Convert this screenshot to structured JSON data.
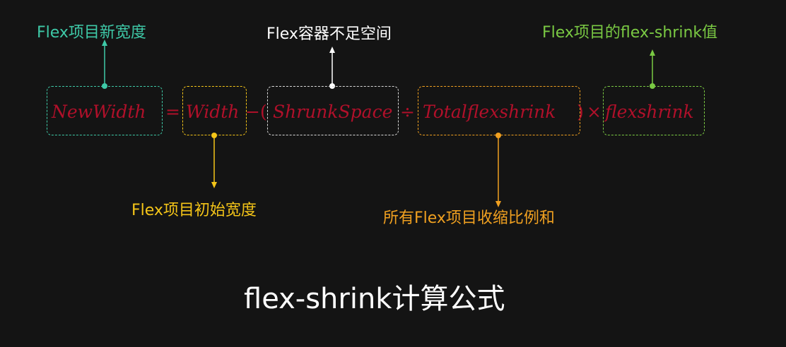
{
  "formula": {
    "new_width": "NewWidth",
    "equals": "=",
    "width": "Width",
    "minus": "−",
    "open_paren": "(",
    "shrunk_space": "ShrunkSpace",
    "divide": "÷",
    "total_flexshrink": "Totalflexshrink",
    "close_paren": ")",
    "times": "×",
    "flexshrink": "flexshrink"
  },
  "annotations": {
    "new_width": "Flex项目新宽度",
    "shrunk_space": "Flex容器不足空间",
    "flexshrink": "Flex项目的flex-shrink值",
    "width": "Flex项目初始宽度",
    "total_flexshrink": "所有Flex项目收缩比例和"
  },
  "title": "flex-shrink计算公式",
  "colors": {
    "background": "#141414",
    "formula_text": "#b0102a",
    "new_width": "#3ec9a7",
    "width": "#f5c518",
    "shrunk_space": "#ffffff",
    "total_flexshrink": "#f0a020",
    "flexshrink": "#7ac943",
    "title": "#ffffff"
  }
}
